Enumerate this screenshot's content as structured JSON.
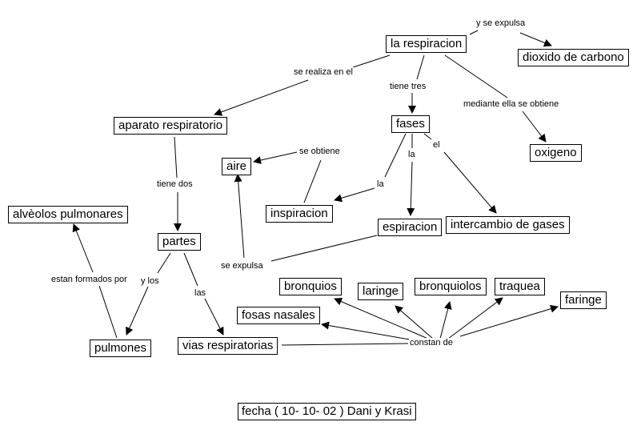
{
  "concepts": {
    "respiracion": "la respiracion",
    "dioxido": "dioxido de carbono",
    "aparato": "aparato respiratorio",
    "fases": "fases",
    "oxigeno": "oxigeno",
    "aire": "aire",
    "inspiracion": "inspiracion",
    "espiracion": "espiracion",
    "intercambio": "intercambio de gases",
    "alveolos": "alvèolos pulmonares",
    "partes": "partes",
    "pulmones": "pulmones",
    "vias": "vias respiratorias",
    "bronquios": "bronquios",
    "laringe": "laringe",
    "bronquiolos": "bronquiolos",
    "traquea": "traquea",
    "faringe": "faringe",
    "fosas": "fosas nasales",
    "fecha": "fecha ( 10- 10- 02 ) Dani y  Krasi"
  },
  "links": {
    "y_se_expulsa": "y se expulsa",
    "se_realiza": "se realiza en el",
    "tiene_tres": "tiene tres",
    "mediante": "mediante ella se obtiene",
    "se_obtiene": "se obtiene",
    "la1": "la",
    "la2": "la",
    "el": "el",
    "tiene_dos": "tiene dos",
    "se_expulsa": "se expulsa",
    "estan_formados": "estan formados por",
    "y_los": "y los",
    "las": "las",
    "constan_de": "constan de"
  }
}
